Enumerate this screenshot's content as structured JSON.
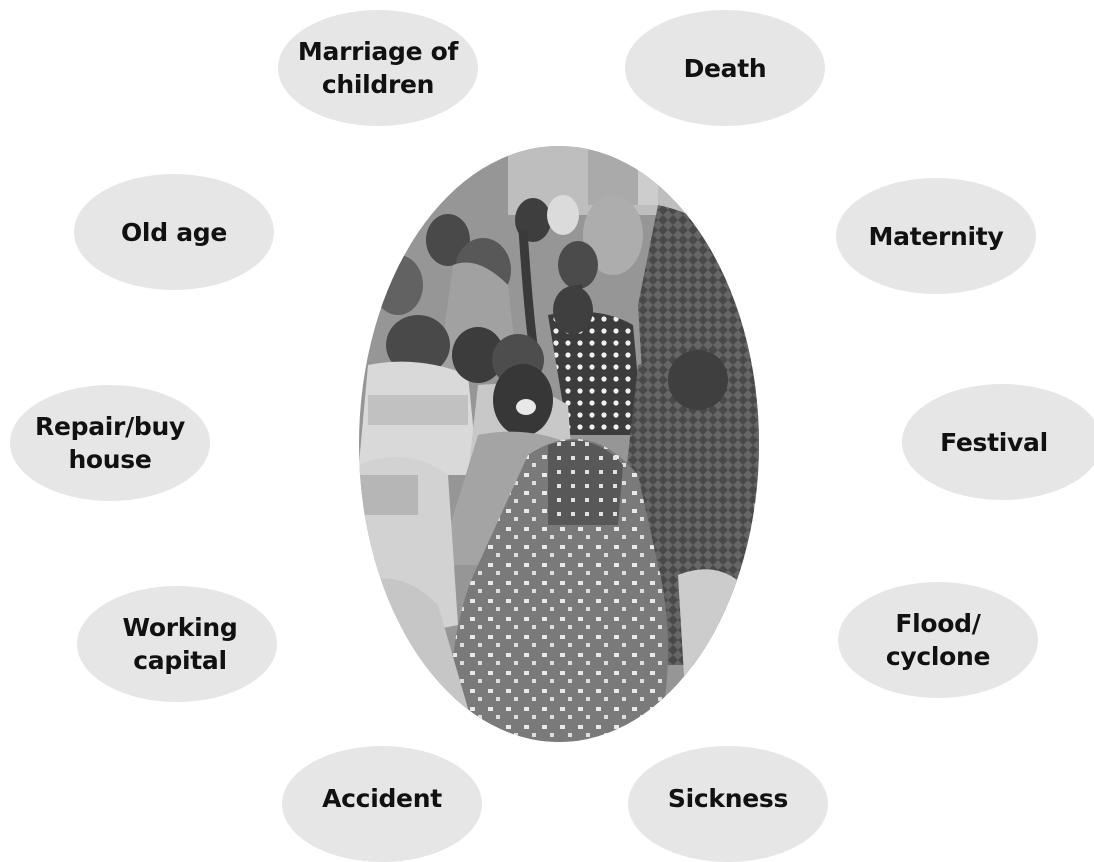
{
  "diagram": {
    "center_image": "photo-of-seated-women-group",
    "needs": [
      {
        "id": "marriage-of-children",
        "label": "Marriage of\nchildren"
      },
      {
        "id": "death",
        "label": "Death"
      },
      {
        "id": "old-age",
        "label": "Old age"
      },
      {
        "id": "maternity",
        "label": "Maternity"
      },
      {
        "id": "repair-buy-house",
        "label": "Repair/buy\nhouse"
      },
      {
        "id": "festival",
        "label": "Festival"
      },
      {
        "id": "working-capital",
        "label": "Working\ncapital"
      },
      {
        "id": "flood-cyclone",
        "label": "Flood/\ncyclone"
      },
      {
        "id": "accident",
        "label": "Accident"
      },
      {
        "id": "sickness",
        "label": "Sickness"
      }
    ]
  }
}
